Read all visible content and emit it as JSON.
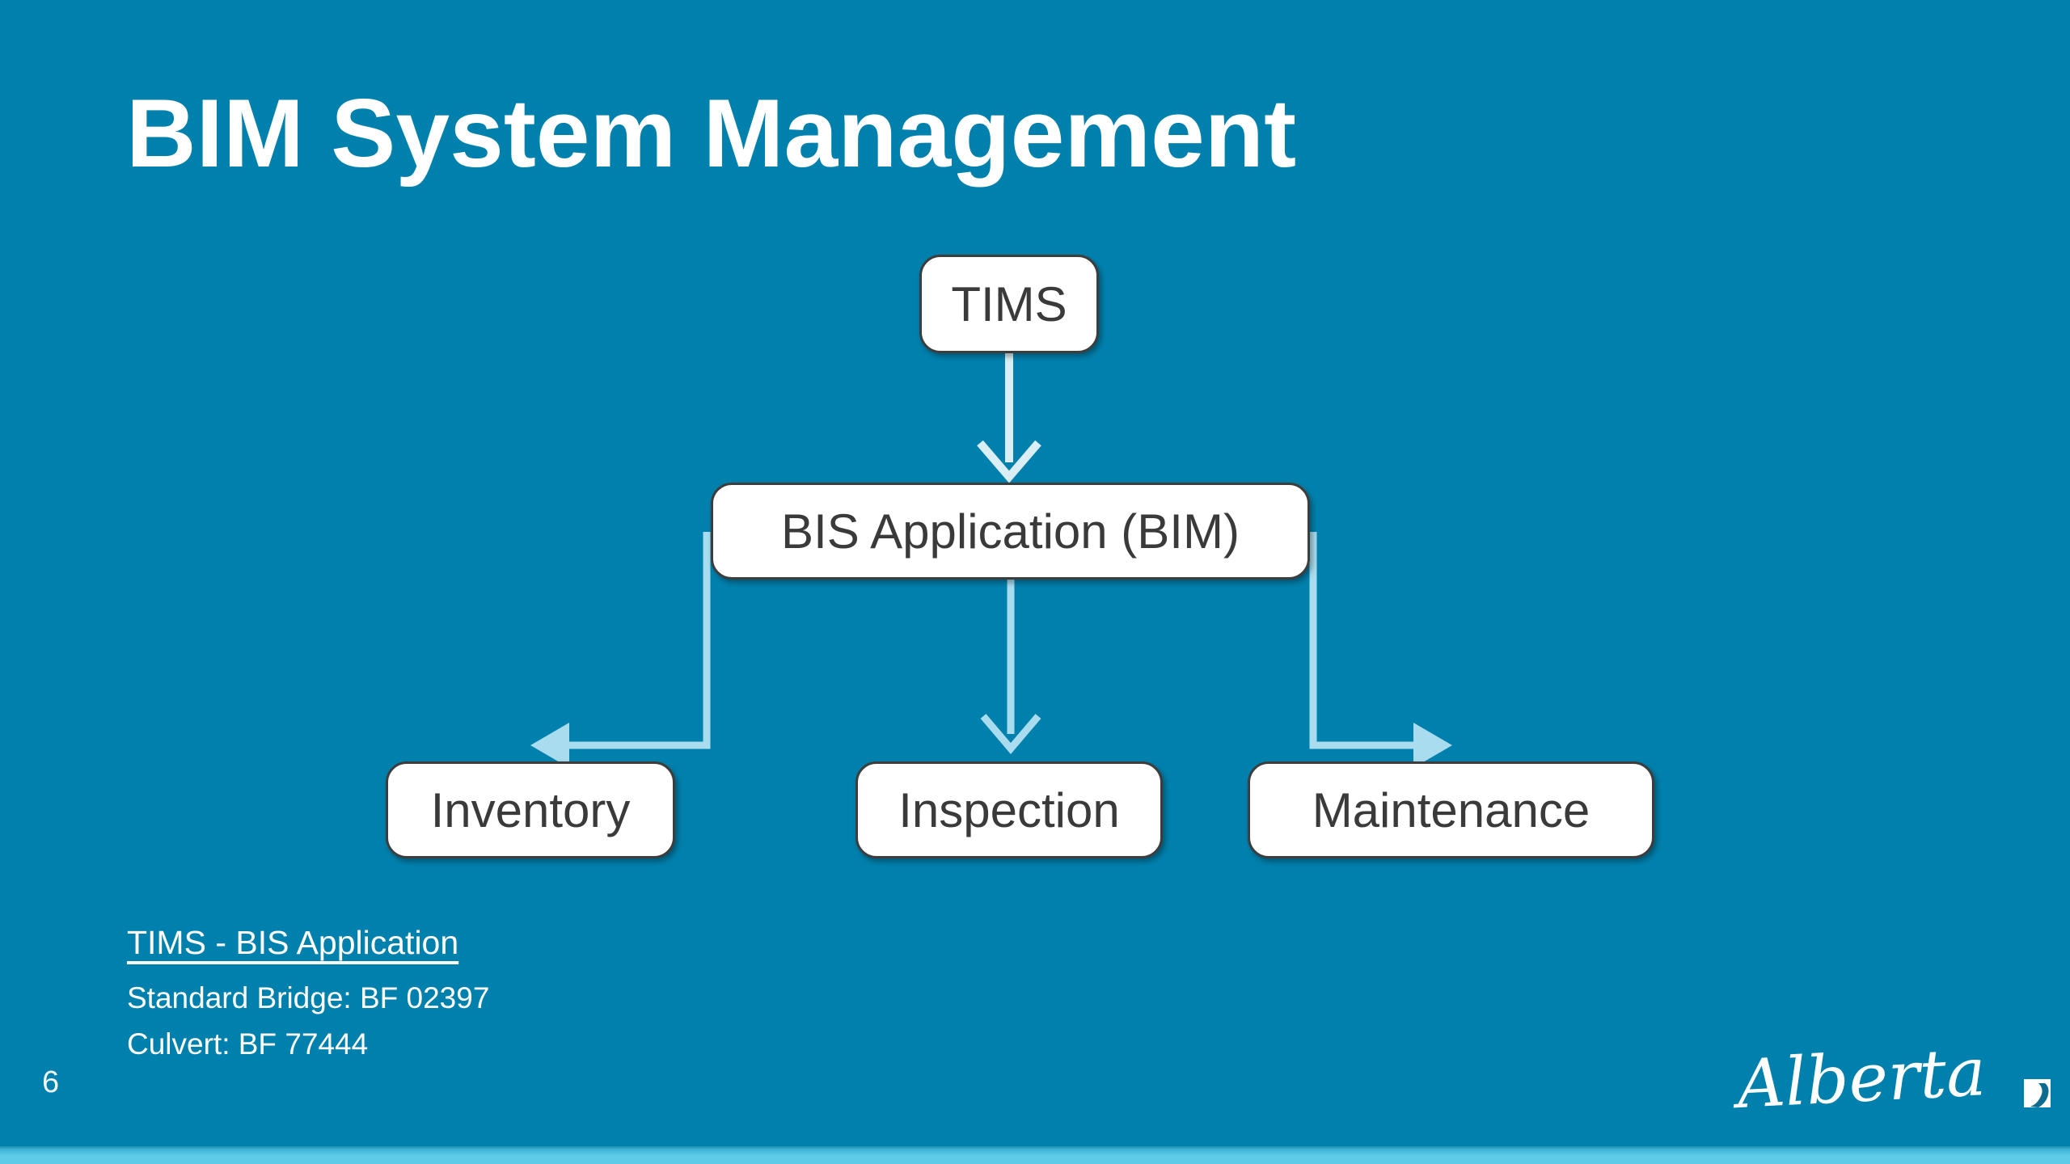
{
  "slide": {
    "title": "BIM System Management",
    "page_number": "6",
    "background_color": "#0081AD",
    "footer_bar_color": "#5ECDE9"
  },
  "diagram": {
    "type": "flowchart",
    "nodes": [
      {
        "id": "tims",
        "label": "TIMS"
      },
      {
        "id": "bis",
        "label": "BIS Application (BIM)"
      },
      {
        "id": "inventory",
        "label": "Inventory"
      },
      {
        "id": "inspection",
        "label": "Inspection"
      },
      {
        "id": "maintenance",
        "label": "Maintenance"
      }
    ],
    "edges": [
      {
        "from": "TIMS",
        "to": "BIS Application (BIM)",
        "style": "straight-arrow-down"
      },
      {
        "from": "BIS Application (BIM)",
        "to": "Inventory",
        "style": "elbow-arrow-left"
      },
      {
        "from": "BIS Application (BIM)",
        "to": "Inspection",
        "style": "straight-arrow-down"
      },
      {
        "from": "BIS Application (BIM)",
        "to": "Maintenance",
        "style": "elbow-arrow-right"
      }
    ],
    "node_fill": "#FFFFFF",
    "node_border_color": "#3D3D3D",
    "node_text_color": "#3A3A3A",
    "connector_color_pale": "#D9EEF5",
    "connector_color_blue": "#A8DCEE"
  },
  "legend": {
    "heading": "TIMS - BIS Application",
    "lines": [
      "Standard Bridge: BF 02397",
      "Culvert: BF 77444"
    ]
  },
  "logo": {
    "text": "Alberta"
  }
}
